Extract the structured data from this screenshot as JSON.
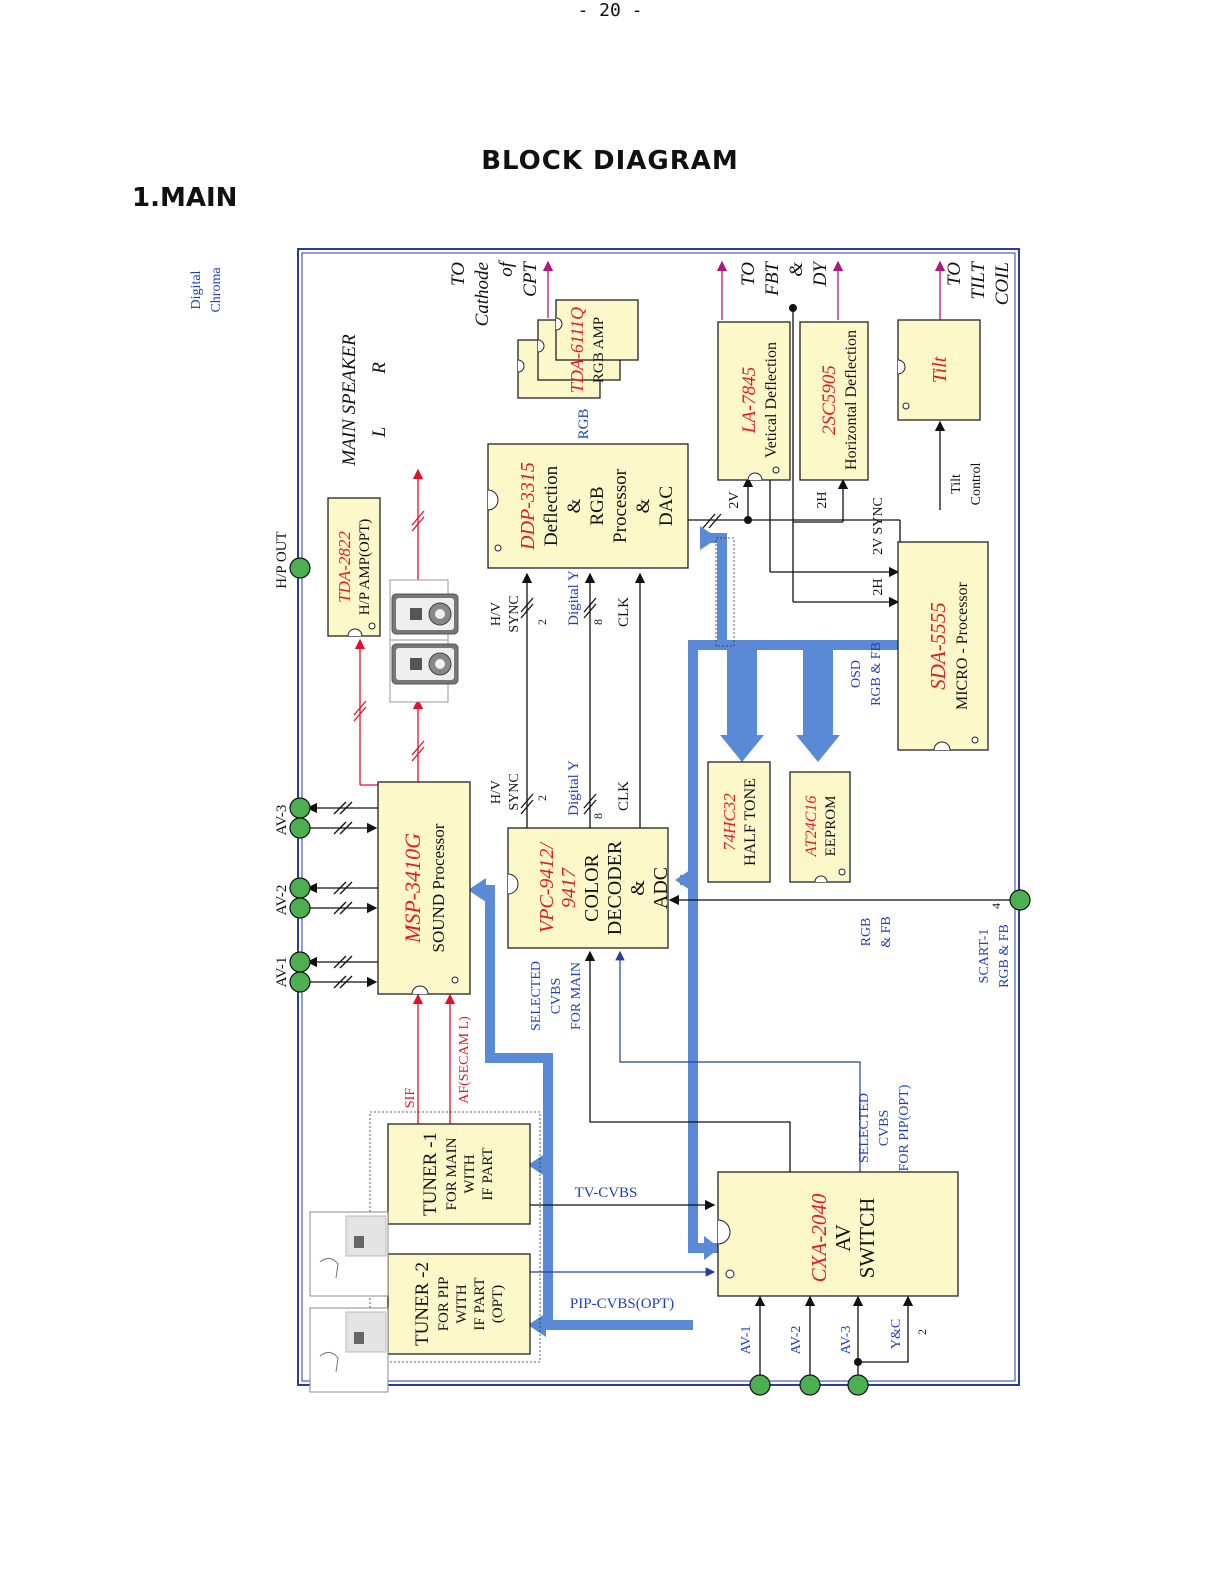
{
  "header": {
    "title": "BLOCK DIAGRAM",
    "section": "1.MAIN",
    "page_number": "- 20 -"
  },
  "margin_label": {
    "line1": "Digital",
    "line2": "Chroma"
  },
  "blocks": {
    "msp": {
      "name": "MSP-3410G",
      "desc": "SOUND Processor"
    },
    "vpc": {
      "name1": "VPC-9412/",
      "name2": "9417",
      "d1": "COLOR",
      "d2": "DECODER",
      "d3": "&",
      "d4": "ADC"
    },
    "ddp": {
      "name": "DDP-3315",
      "d1": "Deflection",
      "d2": "&",
      "d3": "RGB",
      "d4": "Processor",
      "d5": "&",
      "d6": "DAC"
    },
    "tda6111": {
      "name": "TDA-6111Q",
      "desc": "RGB  AMP"
    },
    "tda2822": {
      "name": "TDA-2822",
      "desc": "H/P AMP(OPT)"
    },
    "la7845": {
      "name": "LA-7845",
      "desc": "Vetical  Deflection"
    },
    "sc5905": {
      "name": "2SC5905",
      "desc": "Horizontal Deflection"
    },
    "tilt": {
      "name": "Tilt"
    },
    "sda": {
      "name": "SDA-5555",
      "desc": "MICRO - Processor"
    },
    "hc32": {
      "name": "74HC32",
      "desc": "HALF TONE"
    },
    "at24": {
      "name": "AT24C16",
      "desc": "EEPROM"
    },
    "cxa": {
      "name": "CXA-2040",
      "d1": "AV",
      "d2": "SWITCH"
    },
    "tuner1": {
      "l1": "TUNER -1",
      "l2": "FOR MAIN",
      "l3": "WITH",
      "l4": "IF PART"
    },
    "tuner2": {
      "l1": "TUNER -2",
      "l2": "FOR PIP",
      "l3": "WITH",
      "l4": "IF PART",
      "l5": "(OPT)"
    }
  },
  "labels": {
    "main_speaker": "MAIN SPEAKER",
    "spk_l": "L",
    "spk_r": "R",
    "to_cathode": [
      "TO",
      "Cathode",
      "of",
      "CPT"
    ],
    "to_fbt": [
      "TO",
      "FBT",
      "&",
      "DY"
    ],
    "to_tilt": [
      "TO",
      "TILT",
      "COIL"
    ],
    "hp_out": "H/P OUT",
    "av3": "AV-3",
    "av2": "AV-2",
    "av1": "AV-1",
    "hv_sync_a": [
      "H/V",
      "SYNC"
    ],
    "hv_sync_b": [
      "H/V",
      "SYNC"
    ],
    "digital_y_a": "Digital Y",
    "digital_y_b": "Digital Y",
    "clk_a": "CLK",
    "clk_b": "CLK",
    "n2_a": "2",
    "n8_a": "8",
    "n2_b": "2",
    "n8_b": "8",
    "rgb": "RGB",
    "v2": "2V",
    "h2": "2H",
    "sync_2v": "2V SYNC",
    "sync_2h": "2H",
    "tilt_control": [
      "Tilt",
      "Control"
    ],
    "osd": [
      "OSD",
      "RGB & FB"
    ],
    "rgb_fb": [
      "RGB",
      "& FB"
    ],
    "scart": [
      "SCART-1",
      "RGB & FB"
    ],
    "scart_n": "4",
    "selected_main": [
      "SELECTED",
      "CVBS",
      "FOR MAIN"
    ],
    "selected_pip": [
      "SELECTED",
      "CVBS",
      "FOR PIP(OPT)"
    ],
    "sif": "SIF",
    "af": "AF(SECAM L)",
    "tv_cvbs": "TV-CVBS",
    "pip_cvbs": "PIP-CVBS(OPT)",
    "b_av1": "AV-1",
    "b_av2": "AV-2",
    "b_av3": "AV-3",
    "yc": "Y&C",
    "yc_n": "2"
  },
  "colors": {
    "frame": "#2a3d9c",
    "chip_fill": "#fdf8c9",
    "name_red": "#e01a2d",
    "label_blue": "#2140b8",
    "bus_blue": "#5a8ad6",
    "connector_green": "#4caf50",
    "out_magenta": "#b0187e"
  }
}
